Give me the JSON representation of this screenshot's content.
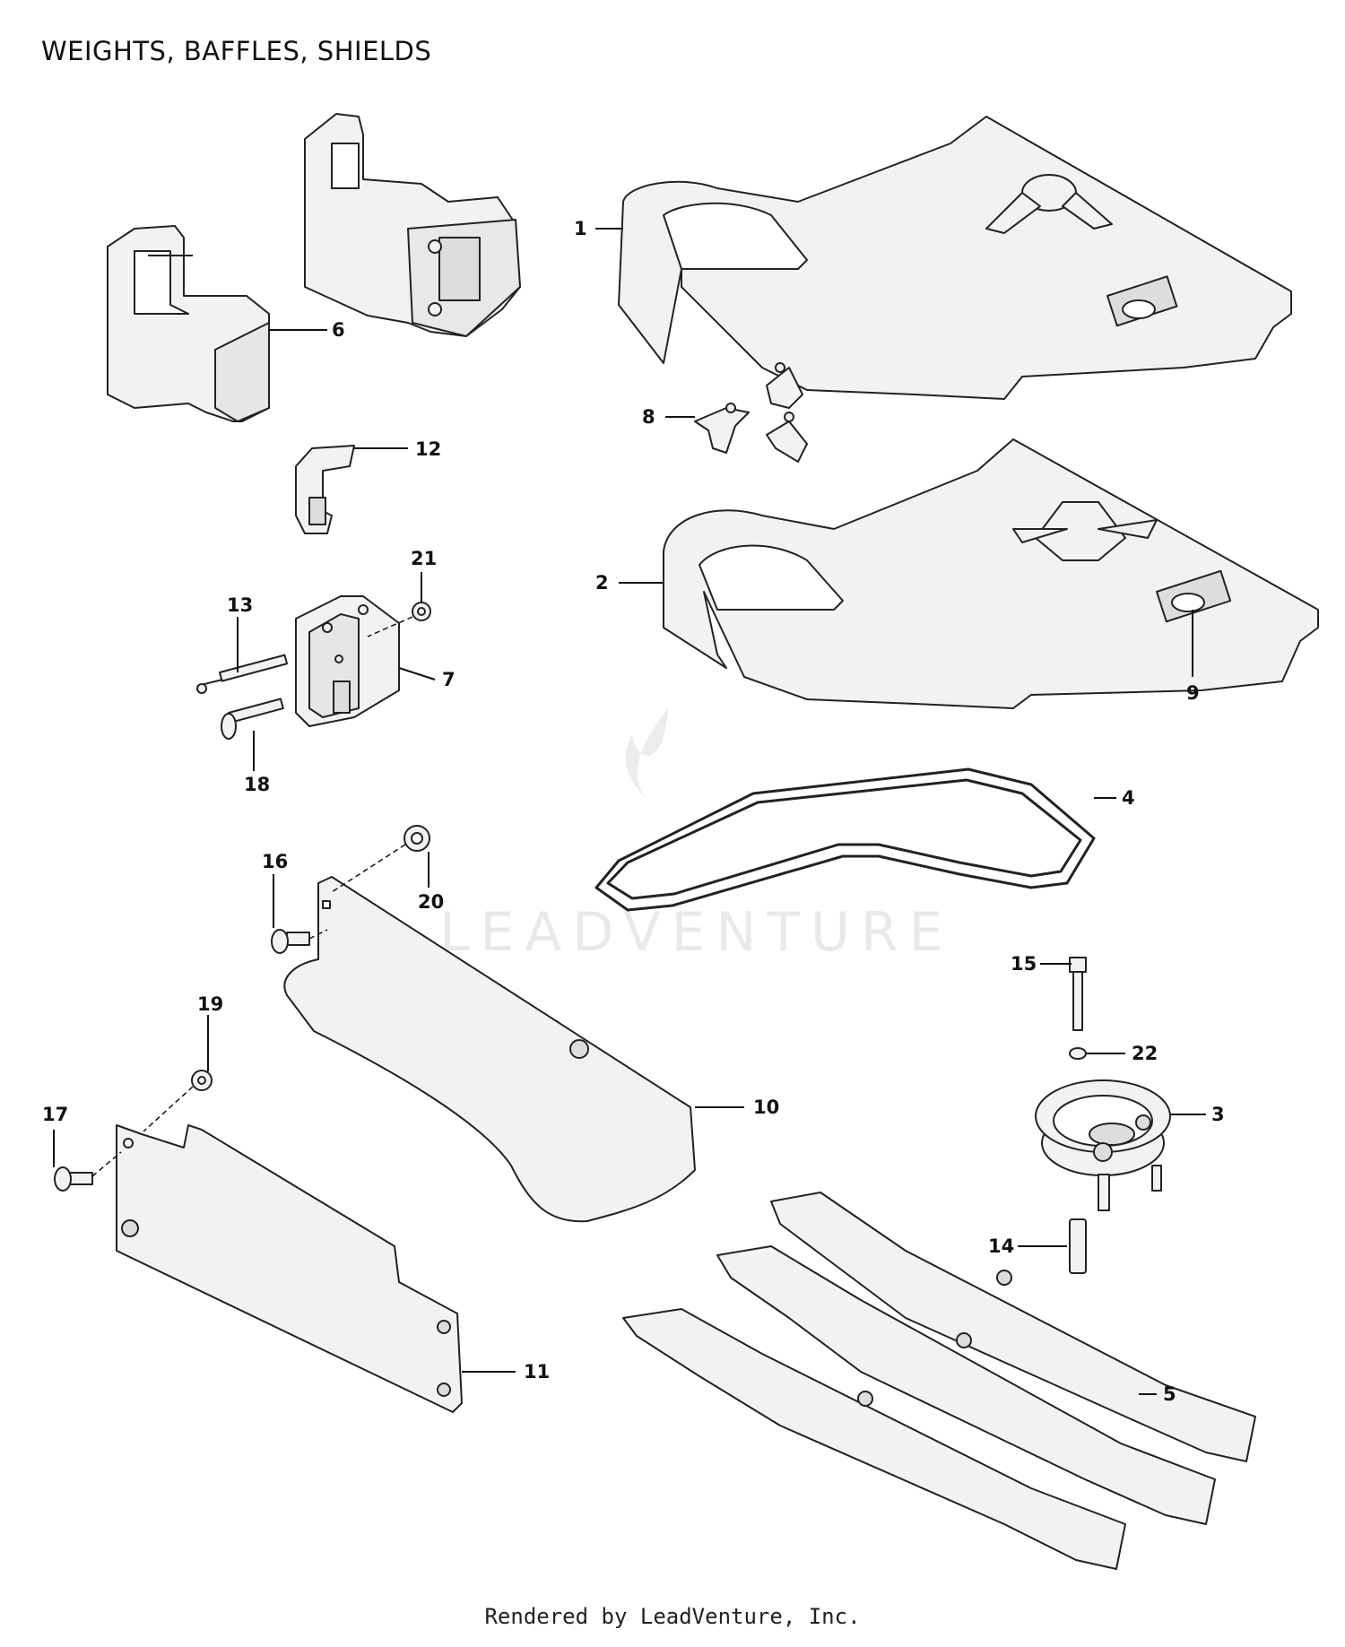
{
  "title": "WEIGHTS, BAFFLES, SHIELDS",
  "watermark": "LEADVENTURE",
  "footer": "Rendered by LeadVenture, Inc.",
  "callouts": {
    "c1": "1",
    "c2": "2",
    "c3": "3",
    "c4": "4",
    "c5": "5",
    "c6": "6",
    "c7": "7",
    "c8": "8",
    "c9": "9",
    "c10": "10",
    "c11": "11",
    "c12": "12",
    "c13": "13",
    "c14": "14",
    "c15": "15",
    "c16": "16",
    "c17": "17",
    "c18": "18",
    "c19": "19",
    "c20": "20",
    "c21": "21",
    "c22": "22"
  },
  "colors": {
    "part_fill": "#f2f2f2",
    "outline": "#222222",
    "watermark": "#e9e9e9"
  }
}
